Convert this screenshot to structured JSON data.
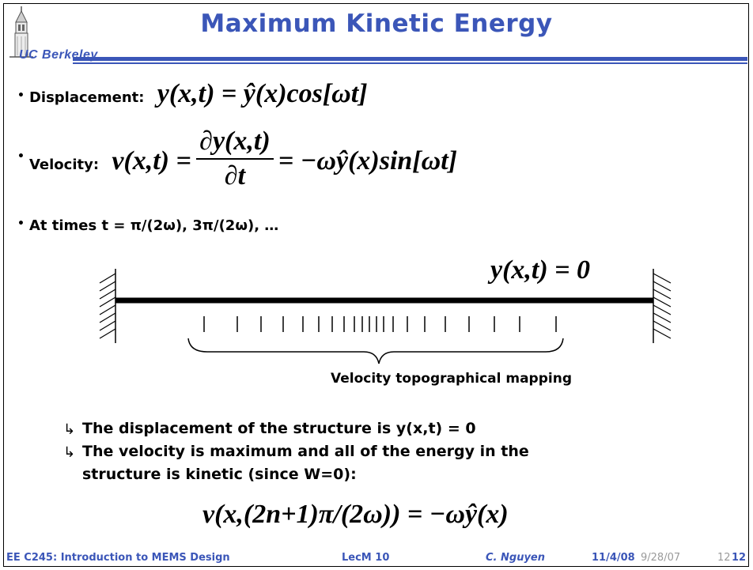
{
  "slide": {
    "title": "Maximum Kinetic Energy",
    "logo_text": "UC Berkeley"
  },
  "bullets": [
    {
      "label": "Displacement:",
      "equation": "y(x,t) = ŷ(x)cos[ωt]"
    },
    {
      "label": "Velocity:",
      "equation_lhs": "v(x,t) =",
      "numerator": "∂y(x,t)",
      "denominator": "∂t",
      "equation_rhs": "= −ωŷ(x)sin[ωt]"
    },
    {
      "label": "At times t = π/(2ω), 3π/(2ω), …"
    }
  ],
  "diagram": {
    "equation": "y(x,t) = 0",
    "caption": "Velocity topographical mapping"
  },
  "subpoints": [
    "The displacement of the structure is y(x,t) = 0",
    "The velocity is maximum and all of the energy in the",
    "structure is kinetic (since W=0):"
  ],
  "final_equation": "v(x,(2n+1)π/(2ω)) = −ωŷ(x)",
  "footer": {
    "course": "EE C245: Introduction to MEMS Design",
    "lecture": "LecM 10",
    "author": "C. Nguyen",
    "date": "11/4/08",
    "date_ghost": "9/28/07",
    "page": "12",
    "page_ghost": "12"
  }
}
